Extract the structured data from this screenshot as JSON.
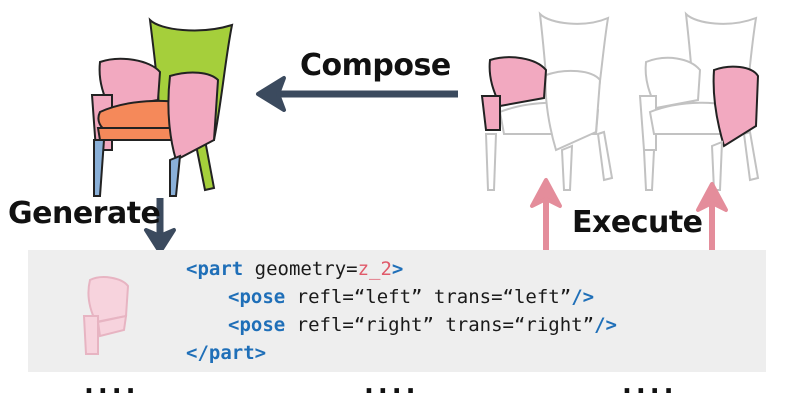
{
  "labels": {
    "compose": "Compose",
    "generate": "Generate",
    "execute": "Execute"
  },
  "code": {
    "line1": {
      "open": "<part",
      "attr": " geometry=",
      "var": "z_2",
      "close": ">"
    },
    "line2": {
      "open": "<pose",
      "attr": " refl=“left” trans=“left”",
      "close": "/>"
    },
    "line3": {
      "open": "<pose",
      "attr": " refl=“right” trans=“right”",
      "close": "/>"
    },
    "line4": {
      "tag": "</part>"
    }
  },
  "ellipsis": "....",
  "colors": {
    "arrow_dark": "#3b4a5e",
    "arrow_pink": "#e48d9b",
    "chair_pink": "#f2a9c0",
    "chair_green": "#a5cf3b",
    "chair_orange": "#f5895a",
    "chair_blue": "#8ab0d8",
    "code_keyword": "#1f6fb8",
    "code_variable": "#e05a6a",
    "panel_bg": "#eeeeee"
  },
  "icons": [
    "composed-chair-icon",
    "left-arm-chair-icon",
    "right-arm-chair-icon",
    "generated-arm-part-icon"
  ]
}
